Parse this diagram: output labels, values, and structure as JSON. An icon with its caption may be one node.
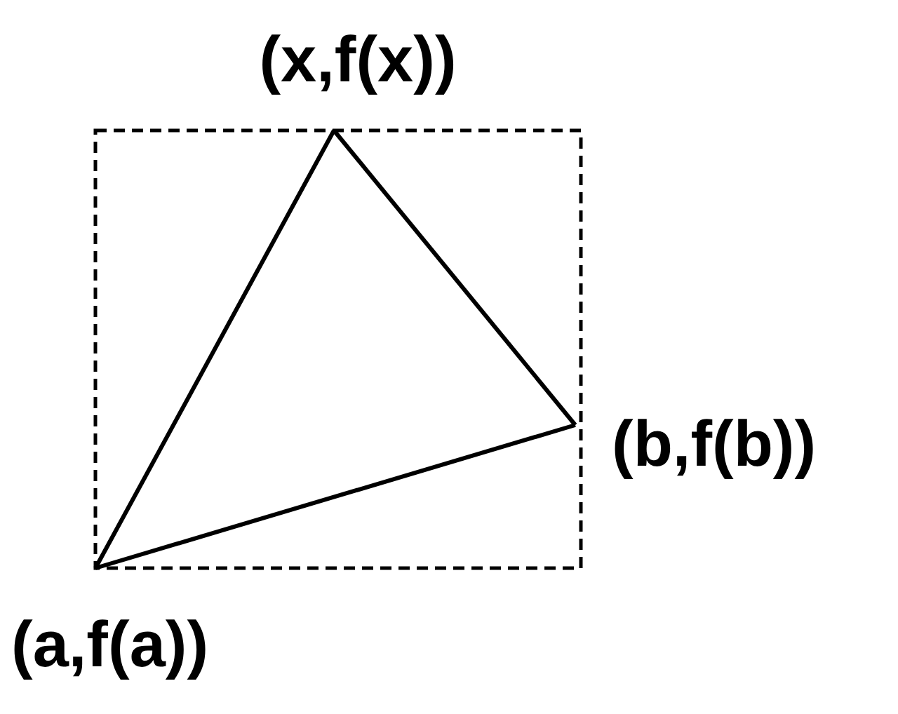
{
  "diagram": {
    "nodes": [
      {
        "text": [
          "(x,f(x))"
        ]
      },
      {
        "text": [
          "(b,f(b))"
        ]
      },
      {
        "text": [
          "(a,f(a))"
        ]
      }
    ],
    "edges": [
      {
        "from": 0,
        "to": 1,
        "arrow": "none"
      },
      {
        "from": 1,
        "to": 2,
        "arrow": "none"
      },
      {
        "from": 2,
        "to": 0,
        "arrow": "none"
      }
    ]
  }
}
